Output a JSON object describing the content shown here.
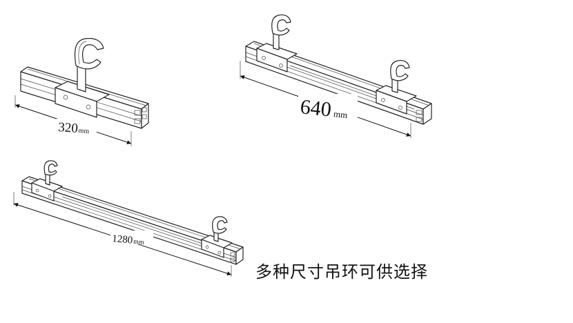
{
  "diagrams": [
    {
      "id": "short",
      "length_value": "320",
      "length_unit": "mm"
    },
    {
      "id": "medium",
      "length_value": "640",
      "length_unit": "mm"
    },
    {
      "id": "long",
      "length_value": "1280",
      "length_unit": "mm"
    }
  ],
  "caption": "多种尺寸吊环可供选择",
  "colors": {
    "line": "#222222",
    "background": "#ffffff"
  }
}
